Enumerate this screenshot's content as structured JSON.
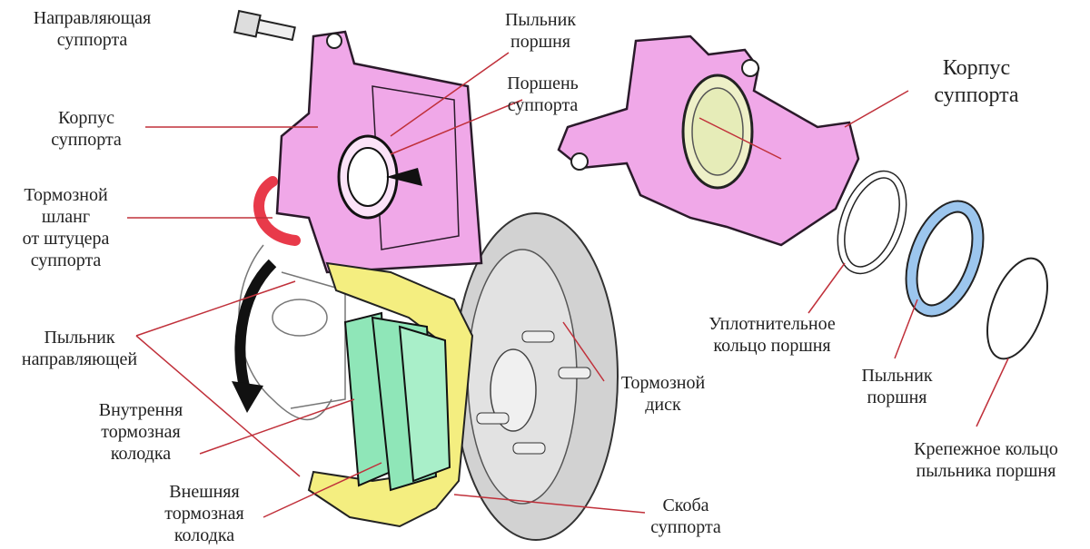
{
  "colors": {
    "caliper": "#f0a8e8",
    "caliper_stroke": "#2a1a2a",
    "bracket": "#f4ee80",
    "pad": "#8fe6b8",
    "seal_blue": "#9cc6ee",
    "hose": "#e83a4a",
    "leader": "#c0303a",
    "disc": "#cfcfcf",
    "text": "#222222"
  },
  "labels": {
    "guide_pin": [
      "Направляющая",
      "суппорта"
    ],
    "body_left": [
      "Корпус",
      "суппорта"
    ],
    "hose": [
      "Тормозной",
      "шланг",
      "от штуцера",
      "суппорта"
    ],
    "guide_boot": [
      "Пыльник",
      "направляющей"
    ],
    "inner_pad": [
      "Внутрення",
      "тормозная",
      "колодка"
    ],
    "outer_pad": [
      "Внешняя",
      "тормозная",
      "колодка"
    ],
    "piston_boot_top": [
      "Пыльник",
      "поршня"
    ],
    "piston": [
      "Поршень",
      "суппорта"
    ],
    "body_right": [
      "Корпус",
      "суппорта"
    ],
    "seal_ring": [
      "Уплотнительное",
      "кольцо поршня"
    ],
    "piston_boot_right": [
      "Пыльник",
      "поршня"
    ],
    "retaining_ring": [
      "Крепежное кольцо",
      "пыльника поршня"
    ],
    "disc": [
      "Тормозной",
      "диск"
    ],
    "bracket": [
      "Скоба",
      "суппорта"
    ]
  }
}
